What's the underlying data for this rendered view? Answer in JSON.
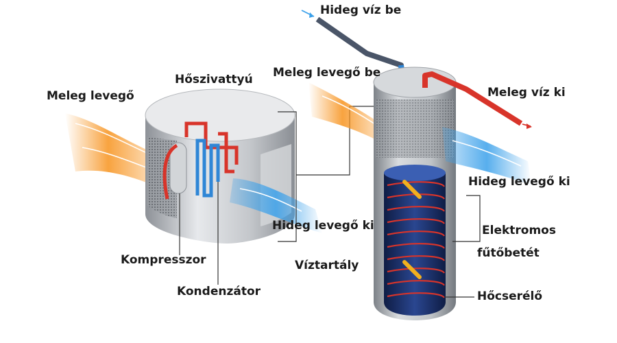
{
  "labels": {
    "cold_water_in": "Hideg víz be",
    "warm_air_1": "Meleg levegő",
    "heat_pump": "Hőszivattyú",
    "warm_air_in": "Meleg levegő be",
    "hot_water_out": "Meleg víz ki",
    "cold_air_out_right": "Hideg levegő ki",
    "cold_air_out_left": "Hideg levegő ki",
    "electric_heater_line1": "Elektromos",
    "electric_heater_line2": "fűtőbetét",
    "compressor": "Kompresszor",
    "water_tank": "Víztartály",
    "condenser": "Kondenzátor",
    "heat_exchanger": "Hőcserélő"
  },
  "colors": {
    "warm_air": "#f7931e",
    "cold_air": "#3aa0ea",
    "hot_pipe": "#d8342a",
    "cold_pipe": "#2f86d6",
    "metal": "#b8bcc2",
    "tank_inner": "#1d2f63"
  },
  "icons": [
    "heat-pump-unit",
    "water-tank",
    "warm-air-flow",
    "cold-air-flow",
    "coil-heat-exchanger"
  ]
}
